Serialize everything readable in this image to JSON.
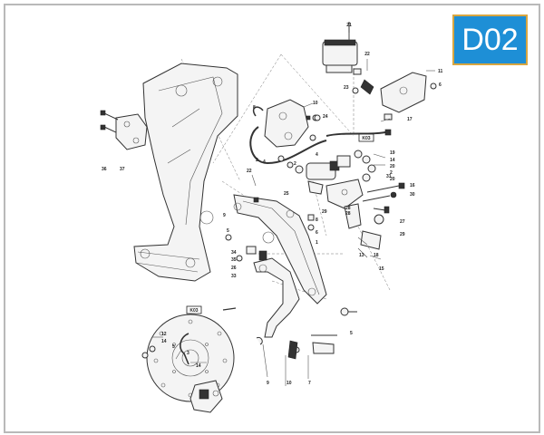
{
  "badge": {
    "code": "D02"
  },
  "callouts": {
    "p21": "21",
    "p22": "22",
    "p11": "11",
    "p6a": "6",
    "p23": "23",
    "p24": "24",
    "p17": "17",
    "p10a": "10",
    "p8a": "8",
    "p2a": "2",
    "p4": "4",
    "p25": "25",
    "p29": "29",
    "p20a": "20",
    "p20b": "20",
    "p19": "19",
    "p14a": "14",
    "p2b": "2",
    "p31": "31",
    "p16": "16",
    "p30": "30",
    "p28a": "28",
    "p28b": "28",
    "p27": "27",
    "p29b": "29",
    "p18": "18",
    "p15": "15",
    "p13a": "13",
    "p1": "1",
    "p6b": "6",
    "p8b": "8",
    "p22b": "22",
    "p9": "9",
    "p5a": "5",
    "p34": "34",
    "p35": "35",
    "p26": "26",
    "p33": "33",
    "p36": "36",
    "p37": "37",
    "p12": "12",
    "p14b": "14",
    "p5b": "5",
    "p14c": "14",
    "p3": "3",
    "p5c": "5",
    "p9b": "9",
    "p10b": "10",
    "p7": "7",
    "p2c": "2",
    "p4b": "4"
  },
  "tags": {
    "k03_upper": "K03",
    "k03_lower": "K03"
  }
}
